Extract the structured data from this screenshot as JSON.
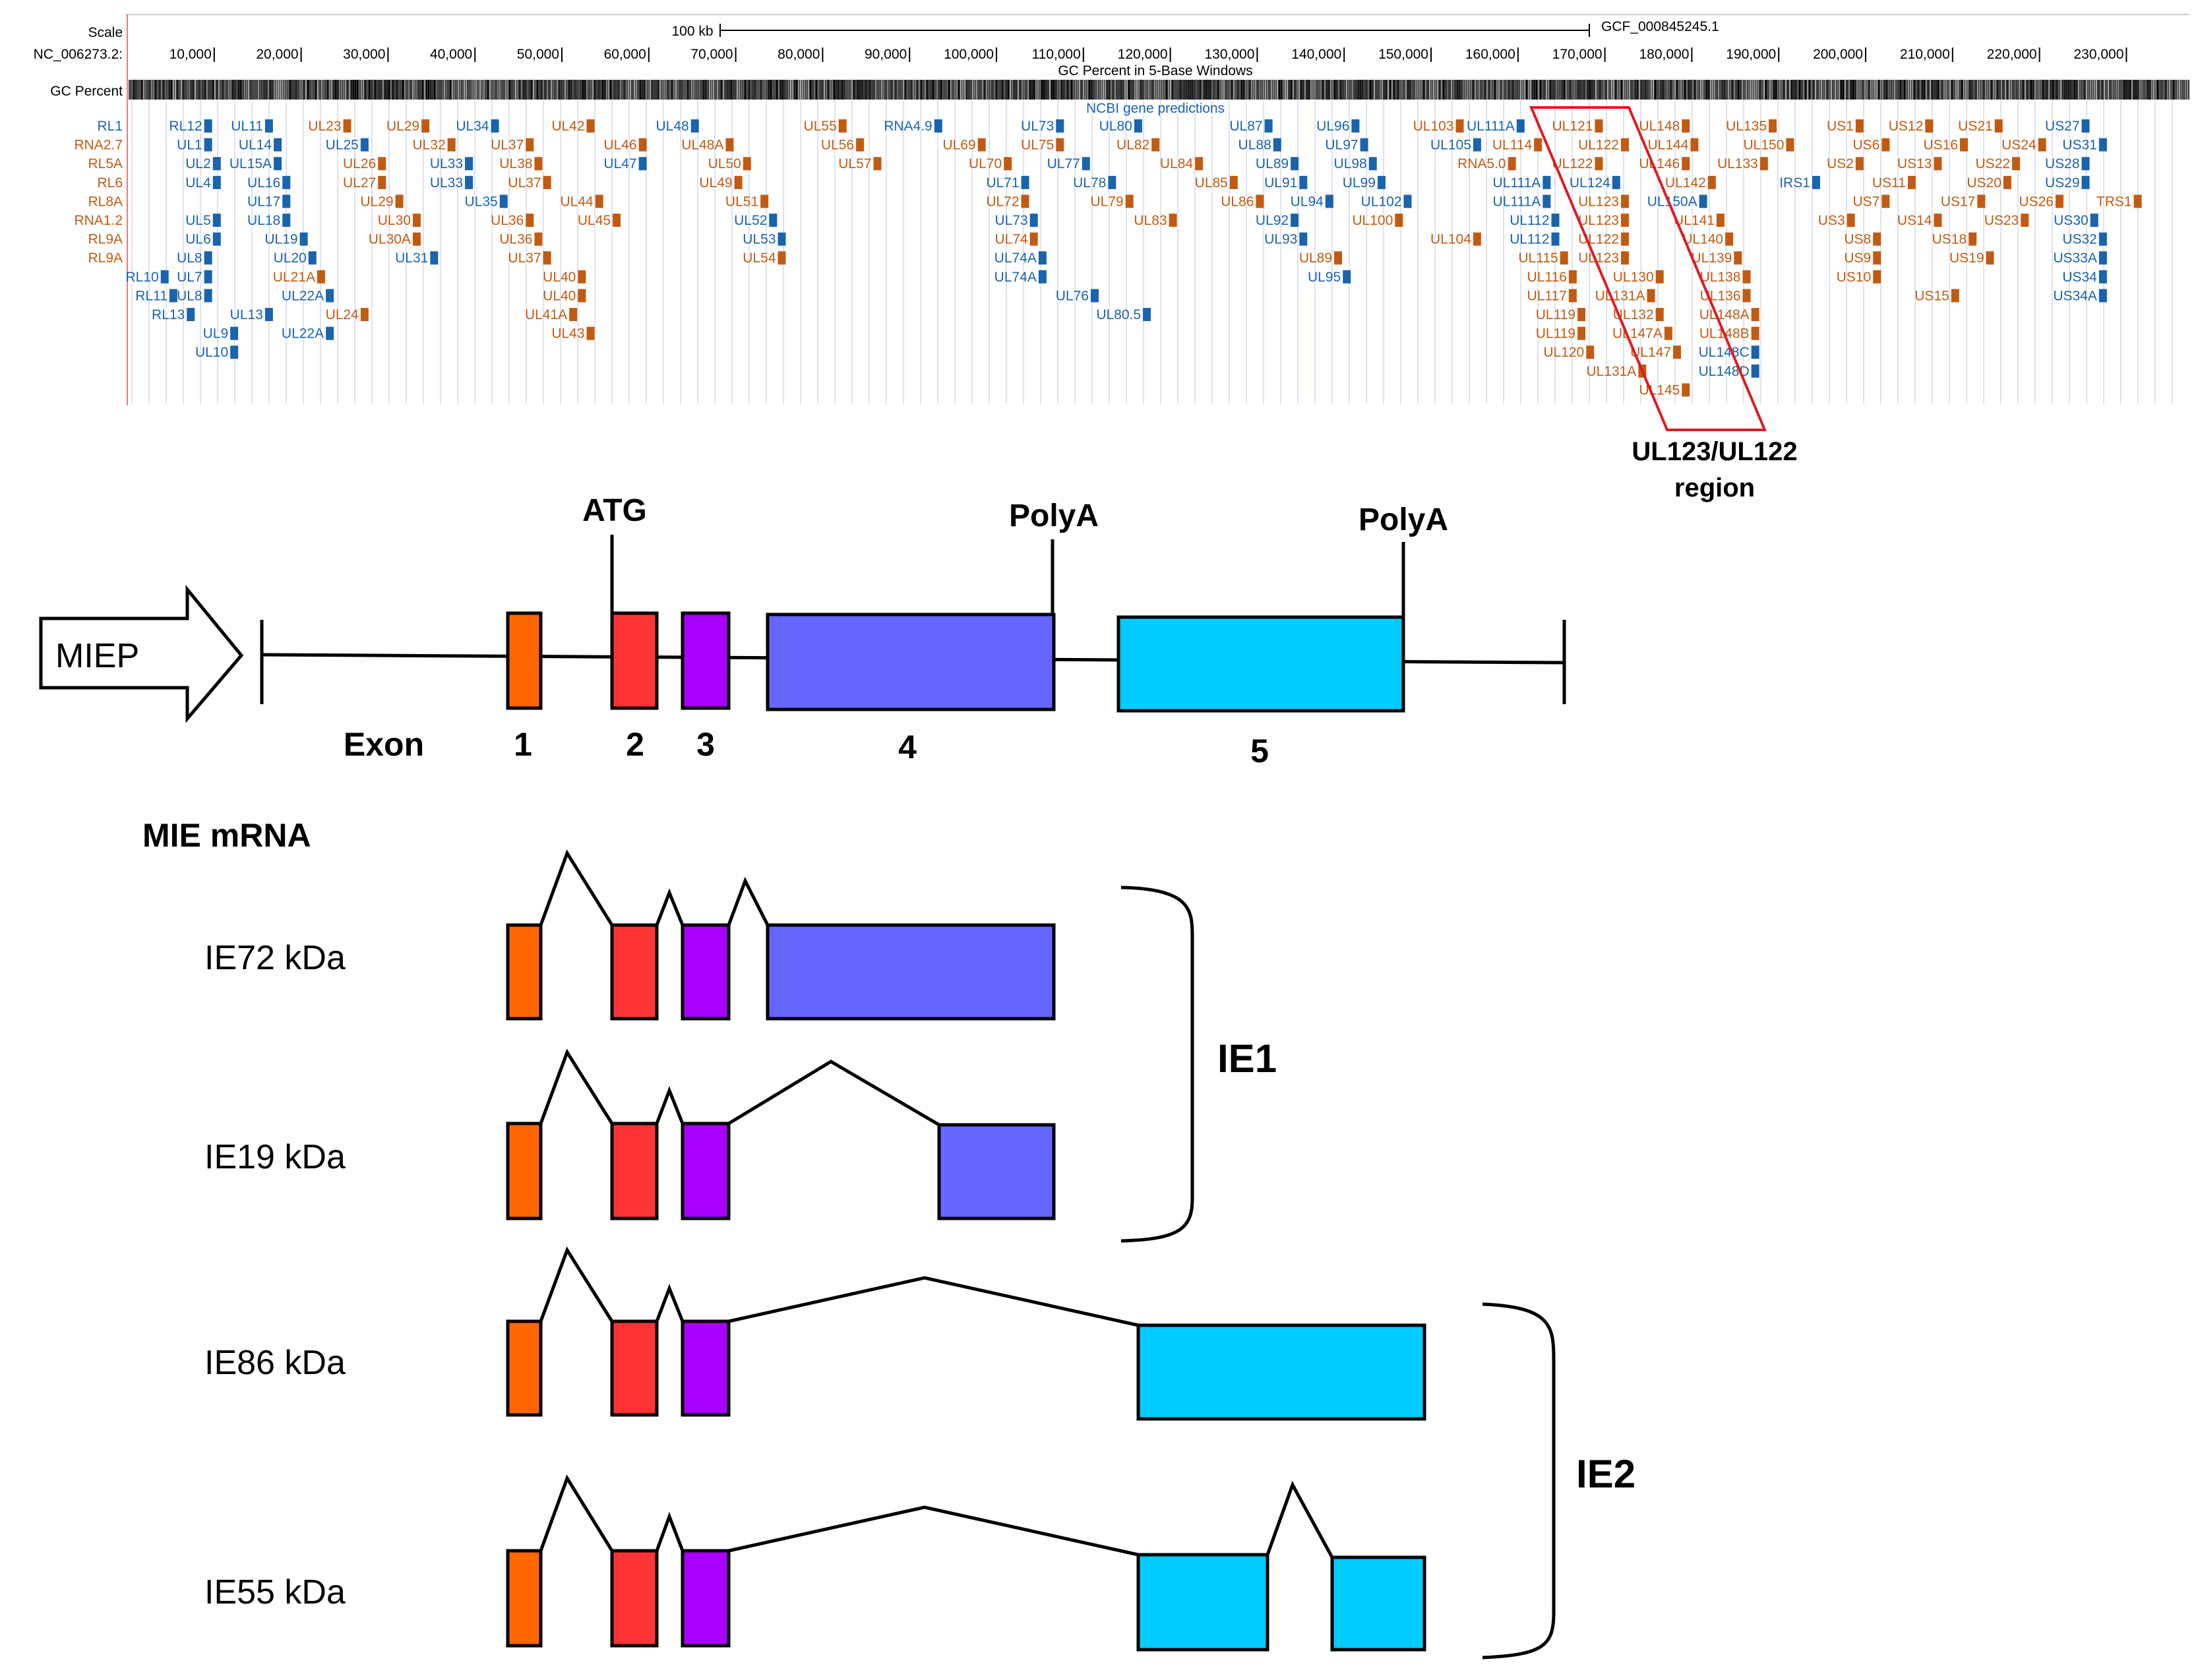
{
  "browser": {
    "scale_label": "Scale",
    "chrom_label": "NC_006273.2:",
    "scale_bar_label": "100 kb",
    "assembly_label": "GCF_000845245.1",
    "gc_track_label": "GC Percent",
    "gc_track_title": "GC Percent in 5-Base Windows",
    "gene_track_title": "NCBI gene predictions",
    "ticks": [
      "10,000",
      "20,000",
      "30,000",
      "40,000",
      "50,000",
      "60,000",
      "70,000",
      "80,000",
      "90,000",
      "100,000",
      "110,000",
      "120,000",
      "130,000",
      "140,000",
      "150,000",
      "160,000",
      "170,000",
      "180,000",
      "190,000",
      "200,000",
      "210,000",
      "220,000",
      "230,000"
    ],
    "left_labels": [
      {
        "text": "RL1",
        "color": "blue",
        "row": 0
      },
      {
        "text": "RNA2.7",
        "color": "orange",
        "row": 1
      },
      {
        "text": "RL5A",
        "color": "orange",
        "row": 2
      },
      {
        "text": "RL6",
        "color": "orange",
        "row": 3
      },
      {
        "text": "RL8A",
        "color": "orange",
        "row": 4
      },
      {
        "text": "RNA1.2",
        "color": "orange",
        "row": 5
      },
      {
        "text": "RL9A",
        "color": "orange",
        "row": 6
      },
      {
        "text": "RL9A",
        "color": "orange",
        "row": 7
      }
    ],
    "genes": [
      {
        "t": "RL12",
        "c": "blue",
        "kb": 9,
        "r": 0
      },
      {
        "t": "UL1",
        "c": "blue",
        "kb": 9,
        "r": 1
      },
      {
        "t": "UL2",
        "c": "blue",
        "kb": 10,
        "r": 2
      },
      {
        "t": "UL4",
        "c": "blue",
        "kb": 10,
        "r": 3
      },
      {
        "t": "UL5",
        "c": "blue",
        "kb": 10,
        "r": 5
      },
      {
        "t": "UL6",
        "c": "blue",
        "kb": 10,
        "r": 6
      },
      {
        "t": "UL7",
        "c": "blue",
        "kb": 9,
        "r": 8
      },
      {
        "t": "UL8",
        "c": "blue",
        "kb": 9,
        "r": 7
      },
      {
        "t": "UL8",
        "c": "blue",
        "kb": 9,
        "r": 9
      },
      {
        "t": "UL9",
        "c": "blue",
        "kb": 12,
        "r": 11
      },
      {
        "t": "UL10",
        "c": "blue",
        "kb": 12,
        "r": 12
      },
      {
        "t": "RL10",
        "c": "blue",
        "kb": 4,
        "r": 8
      },
      {
        "t": "RL11",
        "c": "blue",
        "kb": 5,
        "r": 9
      },
      {
        "t": "RL13",
        "c": "blue",
        "kb": 7,
        "r": 10
      },
      {
        "t": "UL11",
        "c": "blue",
        "kb": 16,
        "r": 0
      },
      {
        "t": "UL14",
        "c": "blue",
        "kb": 17,
        "r": 1
      },
      {
        "t": "UL15A",
        "c": "blue",
        "kb": 17,
        "r": 2
      },
      {
        "t": "UL16",
        "c": "blue",
        "kb": 18,
        "r": 3
      },
      {
        "t": "UL17",
        "c": "blue",
        "kb": 18,
        "r": 4
      },
      {
        "t": "UL18",
        "c": "blue",
        "kb": 18,
        "r": 5
      },
      {
        "t": "UL19",
        "c": "blue",
        "kb": 20,
        "r": 6
      },
      {
        "t": "UL20",
        "c": "blue",
        "kb": 21,
        "r": 7
      },
      {
        "t": "UL21A",
        "c": "orange",
        "kb": 22,
        "r": 8
      },
      {
        "t": "UL22A",
        "c": "blue",
        "kb": 23,
        "r": 9
      },
      {
        "t": "UL13",
        "c": "blue",
        "kb": 16,
        "r": 10
      },
      {
        "t": "UL22A",
        "c": "blue",
        "kb": 23,
        "r": 11
      },
      {
        "t": "UL23",
        "c": "orange",
        "kb": 25,
        "r": 0
      },
      {
        "t": "UL25",
        "c": "blue",
        "kb": 27,
        "r": 1
      },
      {
        "t": "UL26",
        "c": "orange",
        "kb": 29,
        "r": 2
      },
      {
        "t": "UL27",
        "c": "orange",
        "kb": 29,
        "r": 3
      },
      {
        "t": "UL29",
        "c": "orange",
        "kb": 31,
        "r": 4
      },
      {
        "t": "UL30",
        "c": "orange",
        "kb": 33,
        "r": 5
      },
      {
        "t": "UL30A",
        "c": "orange",
        "kb": 33,
        "r": 6
      },
      {
        "t": "UL31",
        "c": "blue",
        "kb": 35,
        "r": 7
      },
      {
        "t": "UL24",
        "c": "orange",
        "kb": 27,
        "r": 10
      },
      {
        "t": "UL29",
        "c": "orange",
        "kb": 34,
        "r": 0
      },
      {
        "t": "UL32",
        "c": "orange",
        "kb": 37,
        "r": 1
      },
      {
        "t": "UL33",
        "c": "blue",
        "kb": 39,
        "r": 2
      },
      {
        "t": "UL33",
        "c": "blue",
        "kb": 39,
        "r": 3
      },
      {
        "t": "UL35",
        "c": "blue",
        "kb": 43,
        "r": 4
      },
      {
        "t": "UL34",
        "c": "blue",
        "kb": 42,
        "r": 0
      },
      {
        "t": "UL37",
        "c": "orange",
        "kb": 46,
        "r": 1
      },
      {
        "t": "UL38",
        "c": "orange",
        "kb": 47,
        "r": 2
      },
      {
        "t": "UL37",
        "c": "orange",
        "kb": 48,
        "r": 3
      },
      {
        "t": "UL36",
        "c": "orange",
        "kb": 46,
        "r": 5
      },
      {
        "t": "UL36",
        "c": "orange",
        "kb": 47,
        "r": 6
      },
      {
        "t": "UL37",
        "c": "orange",
        "kb": 48,
        "r": 7
      },
      {
        "t": "UL40",
        "c": "orange",
        "kb": 52,
        "r": 8
      },
      {
        "t": "UL40",
        "c": "orange",
        "kb": 52,
        "r": 9
      },
      {
        "t": "UL41A",
        "c": "orange",
        "kb": 51,
        "r": 10
      },
      {
        "t": "UL43",
        "c": "orange",
        "kb": 53,
        "r": 11
      },
      {
        "t": "UL42",
        "c": "orange",
        "kb": 53,
        "r": 0
      },
      {
        "t": "UL46",
        "c": "orange",
        "kb": 59,
        "r": 1
      },
      {
        "t": "UL47",
        "c": "blue",
        "kb": 59,
        "r": 2
      },
      {
        "t": "UL44",
        "c": "orange",
        "kb": 54,
        "r": 4
      },
      {
        "t": "UL45",
        "c": "orange",
        "kb": 56,
        "r": 5
      },
      {
        "t": "UL48",
        "c": "blue",
        "kb": 65,
        "r": 0
      },
      {
        "t": "UL48A",
        "c": "orange",
        "kb": 69,
        "r": 1
      },
      {
        "t": "UL50",
        "c": "orange",
        "kb": 71,
        "r": 2
      },
      {
        "t": "UL49",
        "c": "orange",
        "kb": 70,
        "r": 3
      },
      {
        "t": "UL51",
        "c": "orange",
        "kb": 73,
        "r": 4
      },
      {
        "t": "UL52",
        "c": "blue",
        "kb": 74,
        "r": 5
      },
      {
        "t": "UL53",
        "c": "blue",
        "kb": 75,
        "r": 6
      },
      {
        "t": "UL54",
        "c": "orange",
        "kb": 75,
        "r": 7
      },
      {
        "t": "UL55",
        "c": "orange",
        "kb": 82,
        "r": 0
      },
      {
        "t": "UL56",
        "c": "orange",
        "kb": 84,
        "r": 1
      },
      {
        "t": "UL57",
        "c": "orange",
        "kb": 86,
        "r": 2
      },
      {
        "t": "RNA4.9",
        "c": "blue",
        "kb": 93,
        "r": 0
      },
      {
        "t": "UL69",
        "c": "orange",
        "kb": 98,
        "r": 1
      },
      {
        "t": "UL70",
        "c": "orange",
        "kb": 101,
        "r": 2
      },
      {
        "t": "UL71",
        "c": "blue",
        "kb": 103,
        "r": 3
      },
      {
        "t": "UL72",
        "c": "orange",
        "kb": 103,
        "r": 4
      },
      {
        "t": "UL73",
        "c": "blue",
        "kb": 104,
        "r": 5
      },
      {
        "t": "UL74",
        "c": "orange",
        "kb": 104,
        "r": 6
      },
      {
        "t": "UL74A",
        "c": "blue",
        "kb": 105,
        "r": 7
      },
      {
        "t": "UL74A",
        "c": "blue",
        "kb": 105,
        "r": 8
      },
      {
        "t": "UL76",
        "c": "blue",
        "kb": 111,
        "r": 9
      },
      {
        "t": "UL80.5",
        "c": "blue",
        "kb": 117,
        "r": 10
      },
      {
        "t": "UL73",
        "c": "blue",
        "kb": 107,
        "r": 0
      },
      {
        "t": "UL75",
        "c": "orange",
        "kb": 107,
        "r": 1
      },
      {
        "t": "UL77",
        "c": "blue",
        "kb": 110,
        "r": 2
      },
      {
        "t": "UL78",
        "c": "blue",
        "kb": 113,
        "r": 3
      },
      {
        "t": "UL79",
        "c": "orange",
        "kb": 115,
        "r": 4
      },
      {
        "t": "UL83",
        "c": "orange",
        "kb": 120,
        "r": 5
      },
      {
        "t": "UL80",
        "c": "blue",
        "kb": 116,
        "r": 0
      },
      {
        "t": "UL82",
        "c": "orange",
        "kb": 118,
        "r": 1
      },
      {
        "t": "UL84",
        "c": "orange",
        "kb": 123,
        "r": 2
      },
      {
        "t": "UL85",
        "c": "orange",
        "kb": 127,
        "r": 3
      },
      {
        "t": "UL86",
        "c": "orange",
        "kb": 130,
        "r": 4
      },
      {
        "t": "UL87",
        "c": "blue",
        "kb": 131,
        "r": 0
      },
      {
        "t": "UL88",
        "c": "blue",
        "kb": 132,
        "r": 1
      },
      {
        "t": "UL89",
        "c": "blue",
        "kb": 134,
        "r": 2
      },
      {
        "t": "UL91",
        "c": "blue",
        "kb": 135,
        "r": 3
      },
      {
        "t": "UL94",
        "c": "blue",
        "kb": 138,
        "r": 4
      },
      {
        "t": "UL92",
        "c": "blue",
        "kb": 134,
        "r": 5
      },
      {
        "t": "UL93",
        "c": "blue",
        "kb": 135,
        "r": 6
      },
      {
        "t": "UL89",
        "c": "orange",
        "kb": 139,
        "r": 7
      },
      {
        "t": "UL95",
        "c": "blue",
        "kb": 140,
        "r": 8
      },
      {
        "t": "UL96",
        "c": "blue",
        "kb": 141,
        "r": 0
      },
      {
        "t": "UL97",
        "c": "blue",
        "kb": 142,
        "r": 1
      },
      {
        "t": "UL98",
        "c": "blue",
        "kb": 143,
        "r": 2
      },
      {
        "t": "UL99",
        "c": "blue",
        "kb": 144,
        "r": 3
      },
      {
        "t": "UL102",
        "c": "blue",
        "kb": 147,
        "r": 4
      },
      {
        "t": "UL100",
        "c": "orange",
        "kb": 146,
        "r": 5
      },
      {
        "t": "UL104",
        "c": "orange",
        "kb": 155,
        "r": 6
      },
      {
        "t": "UL103",
        "c": "orange",
        "kb": 153,
        "r": 0
      },
      {
        "t": "UL105",
        "c": "blue",
        "kb": 155,
        "r": 1
      },
      {
        "t": "RNA5.0",
        "c": "orange",
        "kb": 159,
        "r": 2
      },
      {
        "t": "UL111A",
        "c": "blue",
        "kb": 160,
        "r": 0
      },
      {
        "t": "UL114",
        "c": "orange",
        "kb": 162,
        "r": 1
      },
      {
        "t": "UL111A",
        "c": "blue",
        "kb": 163,
        "r": 3
      },
      {
        "t": "UL111A",
        "c": "blue",
        "kb": 163,
        "r": 4
      },
      {
        "t": "UL112",
        "c": "blue",
        "kb": 164,
        "r": 5
      },
      {
        "t": "UL112",
        "c": "blue",
        "kb": 164,
        "r": 6
      },
      {
        "t": "UL115",
        "c": "orange",
        "kb": 165,
        "r": 7
      },
      {
        "t": "UL116",
        "c": "orange",
        "kb": 166,
        "r": 8
      },
      {
        "t": "UL117",
        "c": "orange",
        "kb": 166,
        "r": 9
      },
      {
        "t": "UL119",
        "c": "orange",
        "kb": 167,
        "r": 10
      },
      {
        "t": "UL119",
        "c": "orange",
        "kb": 167,
        "r": 11
      },
      {
        "t": "UL120",
        "c": "orange",
        "kb": 168,
        "r": 12
      },
      {
        "t": "UL121",
        "c": "orange",
        "kb": 169,
        "r": 0
      },
      {
        "t": "UL122",
        "c": "orange",
        "kb": 172,
        "r": 1
      },
      {
        "t": "UL122",
        "c": "orange",
        "kb": 169,
        "r": 2
      },
      {
        "t": "UL124",
        "c": "blue",
        "kb": 171,
        "r": 3
      },
      {
        "t": "UL123",
        "c": "orange",
        "kb": 172,
        "r": 4
      },
      {
        "t": "UL123",
        "c": "orange",
        "kb": 172,
        "r": 5
      },
      {
        "t": "UL122",
        "c": "orange",
        "kb": 172,
        "r": 6
      },
      {
        "t": "UL123",
        "c": "orange",
        "kb": 172,
        "r": 7
      },
      {
        "t": "UL130",
        "c": "orange",
        "kb": 176,
        "r": 8
      },
      {
        "t": "UL131A",
        "c": "orange",
        "kb": 175,
        "r": 9
      },
      {
        "t": "UL132",
        "c": "orange",
        "kb": 176,
        "r": 10
      },
      {
        "t": "UL147A",
        "c": "orange",
        "kb": 177,
        "r": 11
      },
      {
        "t": "UL147",
        "c": "orange",
        "kb": 178,
        "r": 12
      },
      {
        "t": "UL131A",
        "c": "orange",
        "kb": 174,
        "r": 13
      },
      {
        "t": "UL145",
        "c": "orange",
        "kb": 179,
        "r": 14
      },
      {
        "t": "UL148",
        "c": "orange",
        "kb": 179,
        "r": 0
      },
      {
        "t": "UL144",
        "c": "orange",
        "kb": 180,
        "r": 1
      },
      {
        "t": "UL146",
        "c": "orange",
        "kb": 179,
        "r": 2
      },
      {
        "t": "UL142",
        "c": "orange",
        "kb": 182,
        "r": 3
      },
      {
        "t": "UL150A",
        "c": "blue",
        "kb": 181,
        "r": 4
      },
      {
        "t": "UL141",
        "c": "orange",
        "kb": 183,
        "r": 5
      },
      {
        "t": "UL140",
        "c": "orange",
        "kb": 184,
        "r": 6
      },
      {
        "t": "UL139",
        "c": "orange",
        "kb": 185,
        "r": 7
      },
      {
        "t": "UL138",
        "c": "orange",
        "kb": 186,
        "r": 8
      },
      {
        "t": "UL136",
        "c": "orange",
        "kb": 186,
        "r": 9
      },
      {
        "t": "UL148A",
        "c": "orange",
        "kb": 187,
        "r": 10
      },
      {
        "t": "UL148B",
        "c": "orange",
        "kb": 187,
        "r": 11
      },
      {
        "t": "UL148C",
        "c": "blue",
        "kb": 187,
        "r": 12
      },
      {
        "t": "UL148D",
        "c": "blue",
        "kb": 187,
        "r": 13
      },
      {
        "t": "UL135",
        "c": "orange",
        "kb": 189,
        "r": 0
      },
      {
        "t": "UL150",
        "c": "orange",
        "kb": 191,
        "r": 1
      },
      {
        "t": "UL133",
        "c": "orange",
        "kb": 188,
        "r": 2
      },
      {
        "t": "IRS1",
        "c": "blue",
        "kb": 194,
        "r": 3
      },
      {
        "t": "US1",
        "c": "orange",
        "kb": 199,
        "r": 0
      },
      {
        "t": "US6",
        "c": "orange",
        "kb": 202,
        "r": 1
      },
      {
        "t": "US2",
        "c": "orange",
        "kb": 199,
        "r": 2
      },
      {
        "t": "US7",
        "c": "orange",
        "kb": 202,
        "r": 4
      },
      {
        "t": "US3",
        "c": "orange",
        "kb": 198,
        "r": 5
      },
      {
        "t": "US8",
        "c": "orange",
        "kb": 201,
        "r": 6
      },
      {
        "t": "US9",
        "c": "orange",
        "kb": 201,
        "r": 7
      },
      {
        "t": "US10",
        "c": "orange",
        "kb": 201,
        "r": 8
      },
      {
        "t": "US12",
        "c": "orange",
        "kb": 207,
        "r": 0
      },
      {
        "t": "US16",
        "c": "orange",
        "kb": 211,
        "r": 1
      },
      {
        "t": "US13",
        "c": "orange",
        "kb": 208,
        "r": 2
      },
      {
        "t": "US11",
        "c": "orange",
        "kb": 205,
        "r": 3
      },
      {
        "t": "US17",
        "c": "orange",
        "kb": 213,
        "r": 4
      },
      {
        "t": "US14",
        "c": "orange",
        "kb": 208,
        "r": 5
      },
      {
        "t": "US18",
        "c": "orange",
        "kb": 212,
        "r": 6
      },
      {
        "t": "US19",
        "c": "orange",
        "kb": 214,
        "r": 7
      },
      {
        "t": "US15",
        "c": "orange",
        "kb": 210,
        "r": 9
      },
      {
        "t": "US21",
        "c": "orange",
        "kb": 215,
        "r": 0
      },
      {
        "t": "US24",
        "c": "orange",
        "kb": 220,
        "r": 1
      },
      {
        "t": "US22",
        "c": "orange",
        "kb": 217,
        "r": 2
      },
      {
        "t": "US20",
        "c": "orange",
        "kb": 216,
        "r": 3
      },
      {
        "t": "US26",
        "c": "orange",
        "kb": 222,
        "r": 4
      },
      {
        "t": "US23",
        "c": "orange",
        "kb": 218,
        "r": 5
      },
      {
        "t": "US27",
        "c": "blue",
        "kb": 225,
        "r": 0
      },
      {
        "t": "US31",
        "c": "blue",
        "kb": 227,
        "r": 1
      },
      {
        "t": "US28",
        "c": "blue",
        "kb": 225,
        "r": 2
      },
      {
        "t": "US29",
        "c": "blue",
        "kb": 225,
        "r": 3
      },
      {
        "t": "TRS1",
        "c": "orange",
        "kb": 231,
        "r": 4
      },
      {
        "t": "US30",
        "c": "blue",
        "kb": 226,
        "r": 5
      },
      {
        "t": "US32",
        "c": "blue",
        "kb": 227,
        "r": 6
      },
      {
        "t": "US33A",
        "c": "blue",
        "kb": 227,
        "r": 7
      },
      {
        "t": "US34",
        "c": "blue",
        "kb": 227,
        "r": 8
      },
      {
        "t": "US34A",
        "c": "blue",
        "kb": 227,
        "r": 9
      }
    ],
    "region_label_line1": "UL123/UL122",
    "region_label_line2": "region"
  },
  "gene_structure": {
    "promoter_label": "MIEP",
    "atg_label": "ATG",
    "polya_label_1": "PolyA",
    "polya_label_2": "PolyA",
    "exon_word": "Exon",
    "exon_numbers": [
      "1",
      "2",
      "3",
      "4",
      "5"
    ]
  },
  "transcripts": {
    "heading": "MIE mRNA",
    "isoforms": [
      "IE72 kDa",
      "IE19 kDa",
      "IE86 kDa",
      "IE55 kDa"
    ],
    "group1": "IE1",
    "group2": "IE2"
  },
  "colors": {
    "exon1": "#ff6600",
    "exon2": "#ff3333",
    "exon3": "#aa00ff",
    "exon4": "#6666ff",
    "exon5": "#00ccff",
    "gene_blue": "#1a63ad",
    "gene_orange": "#c25b12",
    "highlight": "#e01b24"
  }
}
